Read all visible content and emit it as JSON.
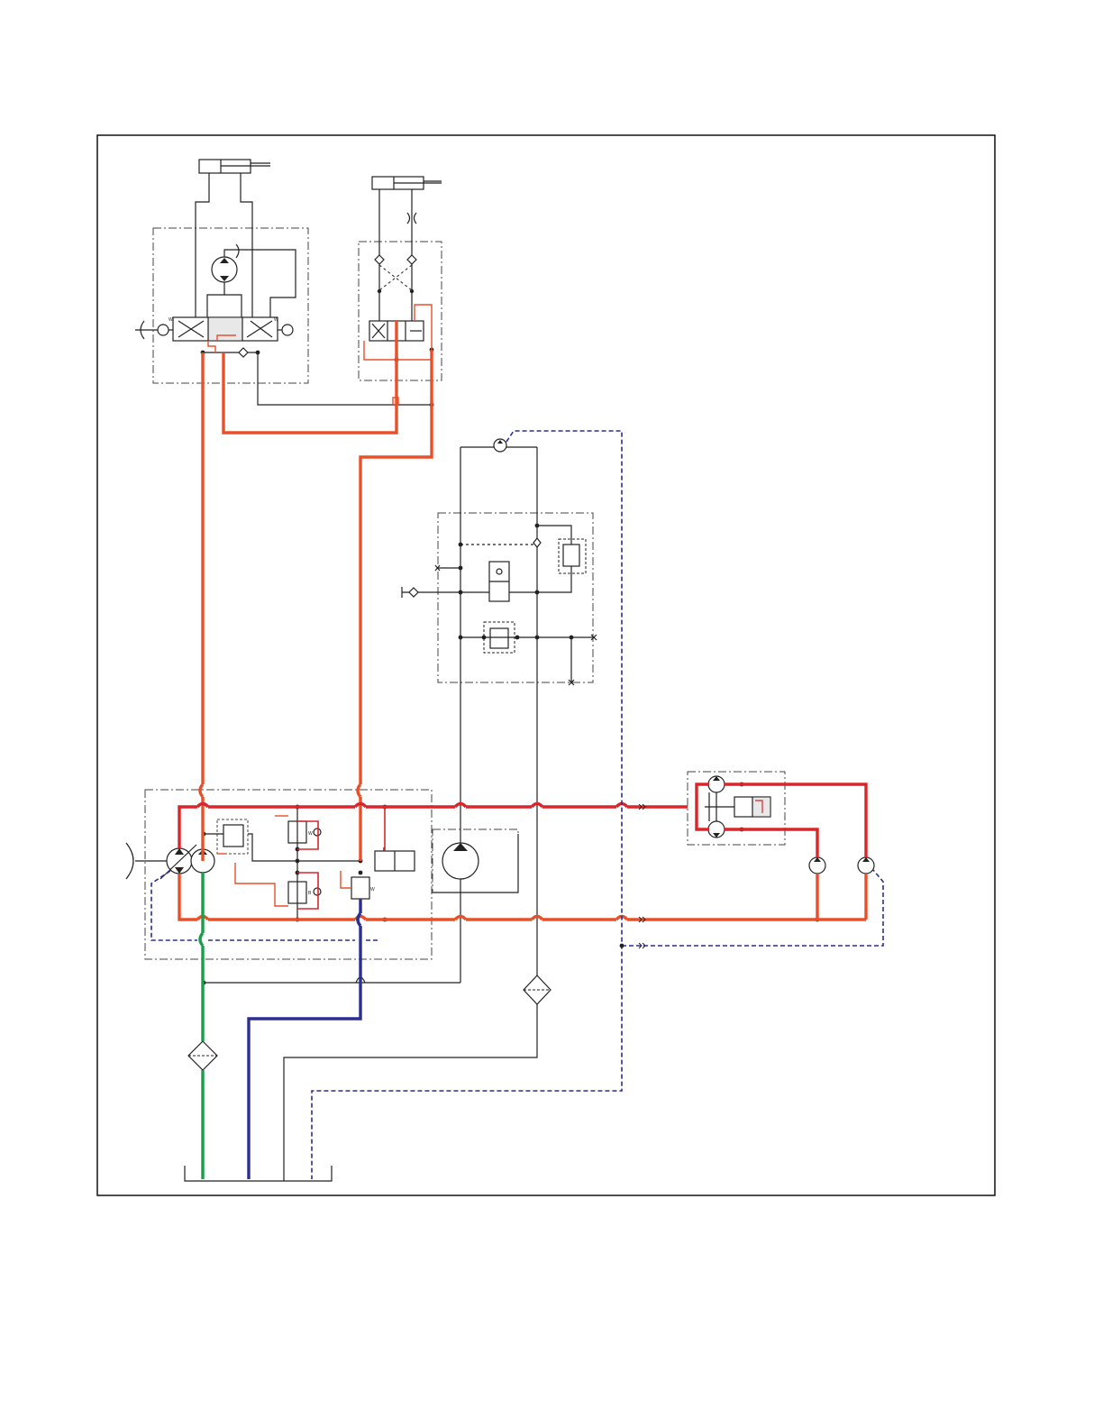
{
  "colors": {
    "pressure": "#e8502a",
    "high_pressure": "#d8262b",
    "suction": "#17a04a",
    "return": "#2b2f8f",
    "case_drain": "#2b2f8f",
    "line": "#222222",
    "boundary": "#444444"
  },
  "labels": {
    "port_w": "W",
    "port_b": "B"
  },
  "lines": {
    "charge_pressure": "charge-pressure",
    "loop_high": "loop-high",
    "loop_low": "loop-low",
    "suction": "suction",
    "return": "return",
    "case_drain": "case-drain"
  }
}
